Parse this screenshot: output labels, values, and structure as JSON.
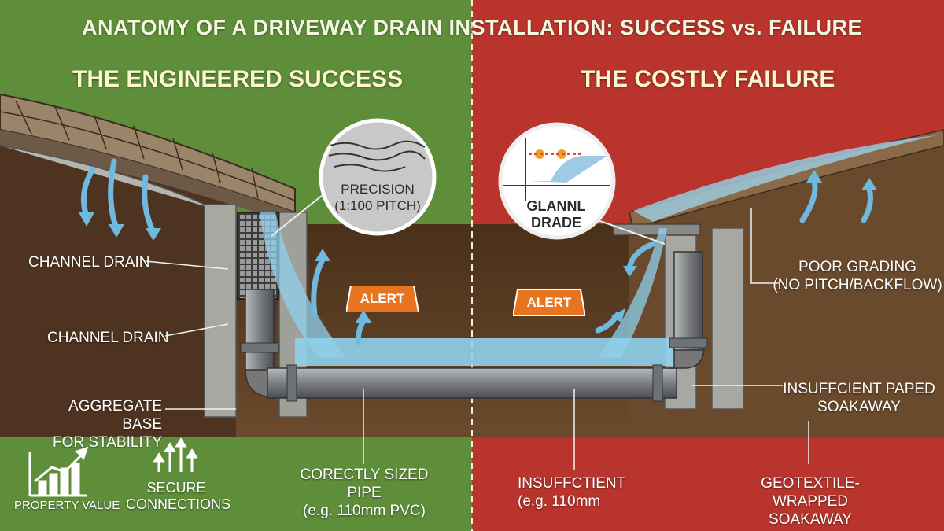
{
  "title": "ANATOMY OF A DRIVEWAY DRAIN INSTALLATION: SUCCESS vs. FAILURE",
  "left_panel": {
    "heading": "THE ENGINEERED SUCCESS",
    "callout": {
      "line1": "PRECISION",
      "line2": "(1:100 PITCH)"
    },
    "labels": {
      "channel_drain_1": "CHANNEL DRAIN",
      "channel_drain_2": "CHANNEL DRAIN",
      "aggregate_base_line1": "AGGREGATE BASE",
      "aggregate_base_line2": "FOR STABILITY",
      "pipe_line1": "CORECTLY SIZED",
      "pipe_line2": "PIPE",
      "pipe_line3": "(e.g. 110mm PVC)"
    },
    "alert": "ALERT",
    "benefits": {
      "property_value": "PROPERTY VALUE",
      "secure_line1": "SECURE",
      "secure_line2": "CONNECTIONS"
    }
  },
  "right_panel": {
    "heading": "THE COSTLY FAILURE",
    "callout": {
      "line1": "GLANNL",
      "line2": "DRADE"
    },
    "labels": {
      "poor_grading_line1": "POOR GRADING",
      "poor_grading_line2": "(NO PITCH/BACKFLOW)",
      "insufficient_paped_line1": "INSUFFCIENT PAPED",
      "insufficient_paped_line2": "SOAKAWAY",
      "insufficient_line1": "INSUFFCTIENT",
      "insufficient_line2": "(e.g. 110mm",
      "geotextile_line1": "GEOTEXTILE-WRAPPED",
      "geotextile_line2": "SOAKAWAY"
    },
    "alert": "ALERT"
  },
  "colors": {
    "success_green": "#5e8e3a",
    "failure_red": "#b8342c",
    "soil_brown": "#5c3d22",
    "water_blue": "#8fd0ec",
    "pipe_gray": "#8a8d90",
    "alert_orange": "#e8741f"
  }
}
